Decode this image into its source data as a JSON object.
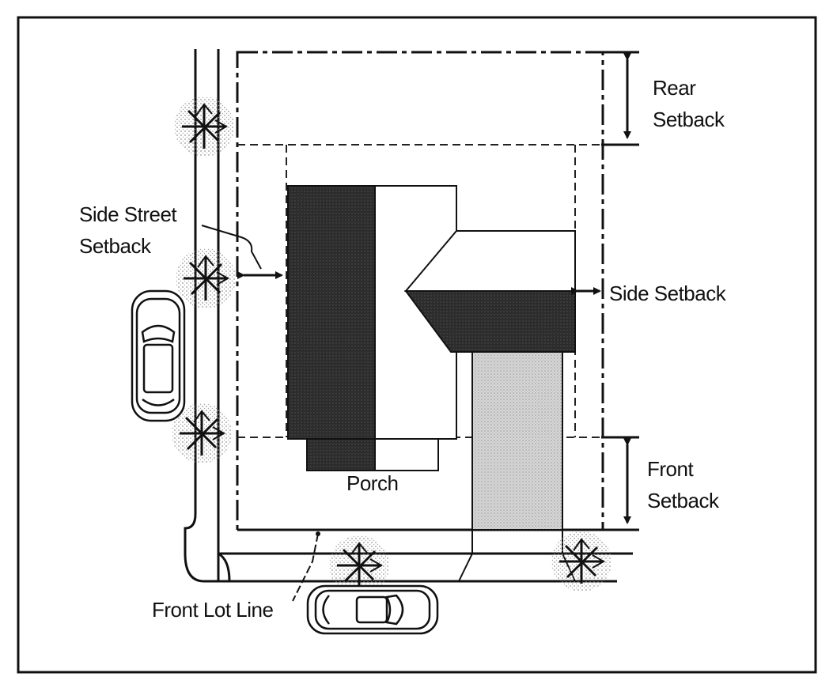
{
  "labels": {
    "rear_setback_line1": "Rear",
    "rear_setback_line2": "Setback",
    "side_street_line1": "Side Street",
    "side_street_line2": "Setback",
    "side_setback": "Side Setback",
    "front_setback_line1": "Front",
    "front_setback_line2": "Setback",
    "porch": "Porch",
    "front_lot_line": "Front Lot Line"
  },
  "colors": {
    "ink": "#111111",
    "dark_building": "#3a3a3a",
    "medium_roof": "#2f2f2f",
    "driveway": "#cfcfcf",
    "tree": "#bdbdbd"
  },
  "icons": [
    "tree-icon",
    "car-icon",
    "arrow-icon"
  ]
}
